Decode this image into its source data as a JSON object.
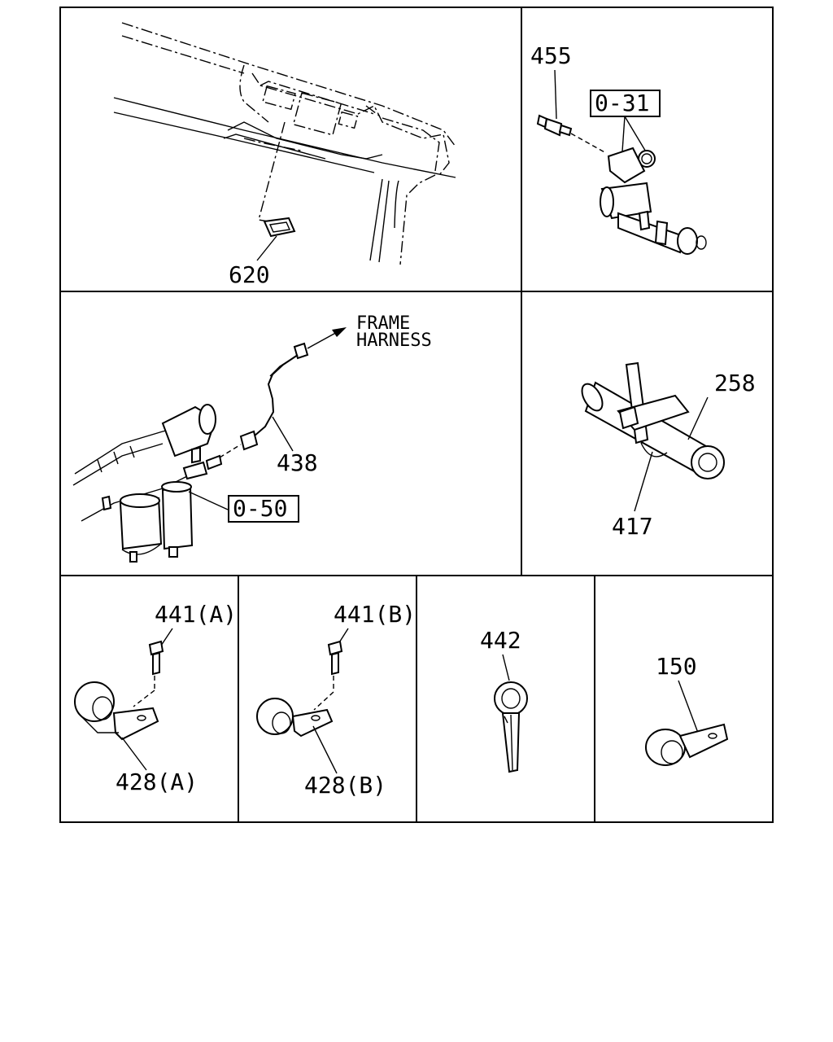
{
  "panels": {
    "roof_lamp": {
      "part": "620"
    },
    "sensor": {
      "part": "455",
      "ref": "0-31"
    },
    "harness": {
      "arrow_line1": "FRAME",
      "arrow_line2": "HARNESS",
      "part": "438",
      "ref": "0-50"
    },
    "clip_tie": {
      "part_pipe": "258",
      "part_tie": "417"
    },
    "clamp_a": {
      "bolt": "441(A)",
      "clamp": "428(A)"
    },
    "clamp_b": {
      "bolt": "441(B)",
      "clamp": "428(B)"
    },
    "pin": {
      "part": "442"
    },
    "clip": {
      "part": "150"
    }
  }
}
